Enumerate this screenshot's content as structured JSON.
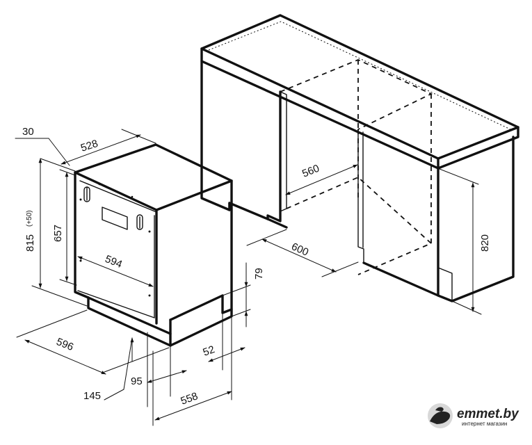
{
  "dimensions": {
    "d_30": "30",
    "d_528": "528",
    "d_815": "815",
    "d_815_tol": "(+50)",
    "d_657": "657",
    "d_594": "594",
    "d_596": "596",
    "d_145": "145",
    "d_95": "95",
    "d_558": "558",
    "d_52": "52",
    "d_79": "79",
    "d_560": "560",
    "d_600": "600",
    "d_820": "820"
  },
  "watermark": {
    "name": "emmet.by",
    "subtitle": "интернет магазин"
  }
}
